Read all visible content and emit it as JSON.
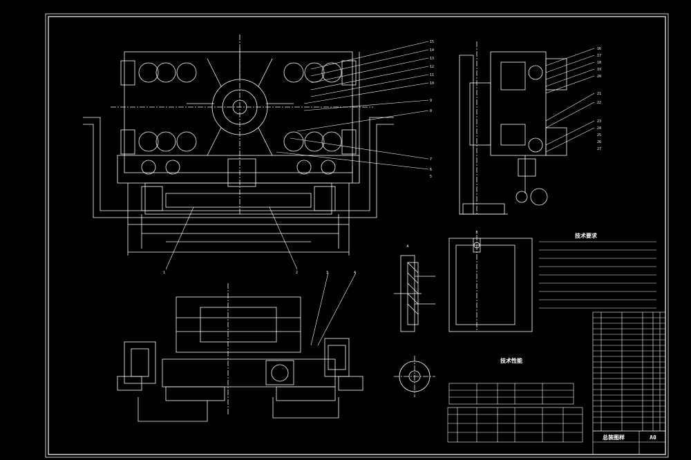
{
  "drawing": {
    "tech_requirements_title": "技术要求",
    "tech_performance_title": "技术性能",
    "sheet_title": "总装图样",
    "sheet_size": "A0"
  },
  "leaders_right": [
    "16",
    "17",
    "18",
    "19",
    "20",
    "21",
    "22",
    "23",
    "24",
    "25",
    "26",
    "27"
  ],
  "leaders_left": [
    "15",
    "14",
    "13",
    "12",
    "11",
    "10",
    "9",
    "8",
    "7",
    "6",
    "5"
  ],
  "leaders_bottom": [
    "1",
    "2",
    "3",
    "4"
  ],
  "section_label": "A",
  "detail_label": "B",
  "colors": {
    "line": "#ffffff",
    "background": "#000000"
  }
}
